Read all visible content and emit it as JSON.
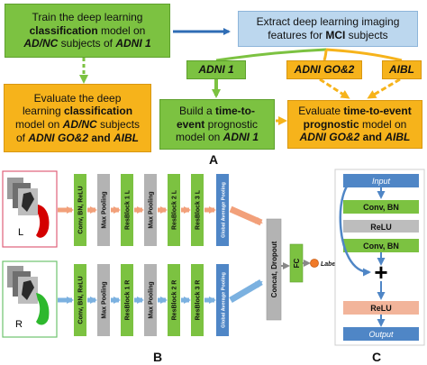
{
  "panel_a": {
    "train_box": {
      "line1": "Train the deep learning",
      "line2_bold": "classification",
      "line2_rest": " model on",
      "line3_bi": "AD/NC",
      "line3_rest": " subjects of ",
      "line3_bi2": "ADNI 1"
    },
    "extract_box": {
      "line1": "Extract deep learning imaging",
      "line2_rest": "features for ",
      "line2_bold": "MCI",
      "line2_tail": " subjects"
    },
    "adni1_label": "ADNI 1",
    "adni_go2_label": "ADNI GO&2",
    "aibl_label": "AIBL",
    "evaluate_classification_box": {
      "line1": "Evaluate the deep",
      "line2_rest": "learning ",
      "line2_bold": "classification",
      "line3_rest": "model on ",
      "line3_bi": "AD/NC",
      "line3_tail": " subjects",
      "line4_rest": "of ",
      "line4_bi": "ADNI GO&2",
      "line4_mid": " and ",
      "line4_bi2": "AIBL"
    },
    "build_box": {
      "line1_rest": "Build a ",
      "line1_bold": "time-to-",
      "line2_bold": "event",
      "line2_rest": " prognostic",
      "line3_rest": "model on ",
      "line3_bi": "ADNI 1"
    },
    "evaluate_tte_box": {
      "line1_rest": "Evaluate ",
      "line1_bold": "time-to-event",
      "line2_bold": "prognostic",
      "line2_rest": " model on",
      "line3_bi": "ADNI GO&2",
      "line3_mid": " and ",
      "line3_bi2": "AIBL"
    },
    "label": "A"
  },
  "panel_b": {
    "left_label": "L",
    "right_label": "R",
    "layers_left": [
      "Conv, BN, ReLU",
      "Max Pooling",
      "ResBlock 1 L",
      "Max Pooling",
      "ResBlock 2 L",
      "ResBlock 3 L",
      "Global Average Pooling"
    ],
    "layers_right": [
      "Conv, BN, ReLU",
      "Max Pooling",
      "ResBlock 1 R",
      "Max Pooling",
      "ResBlock 2 R",
      "ResBlock 3 R",
      "Global Average Pooling"
    ],
    "concat_label": "Concat, Dropout",
    "fc_label": "FC",
    "output_label": "Label",
    "label": "B"
  },
  "panel_c": {
    "input_label": "Input",
    "conv_bn_1": "Conv, BN",
    "relu_1": "ReLU",
    "conv_bn_2": "Conv, BN",
    "add_symbol": "+",
    "relu_2": "ReLU",
    "output_label": "Output",
    "label": "C"
  },
  "colors": {
    "green": "#7cc241",
    "orange": "#f6b31b",
    "blue": "#4f86c6",
    "gray": "#b3b3b3",
    "salmon": "#f2b49a",
    "light_blue": "#bcd7ee",
    "red_hippocampus": "#d40000",
    "green_hippocampus": "#2db82d",
    "label_dot": "#f07a28"
  }
}
